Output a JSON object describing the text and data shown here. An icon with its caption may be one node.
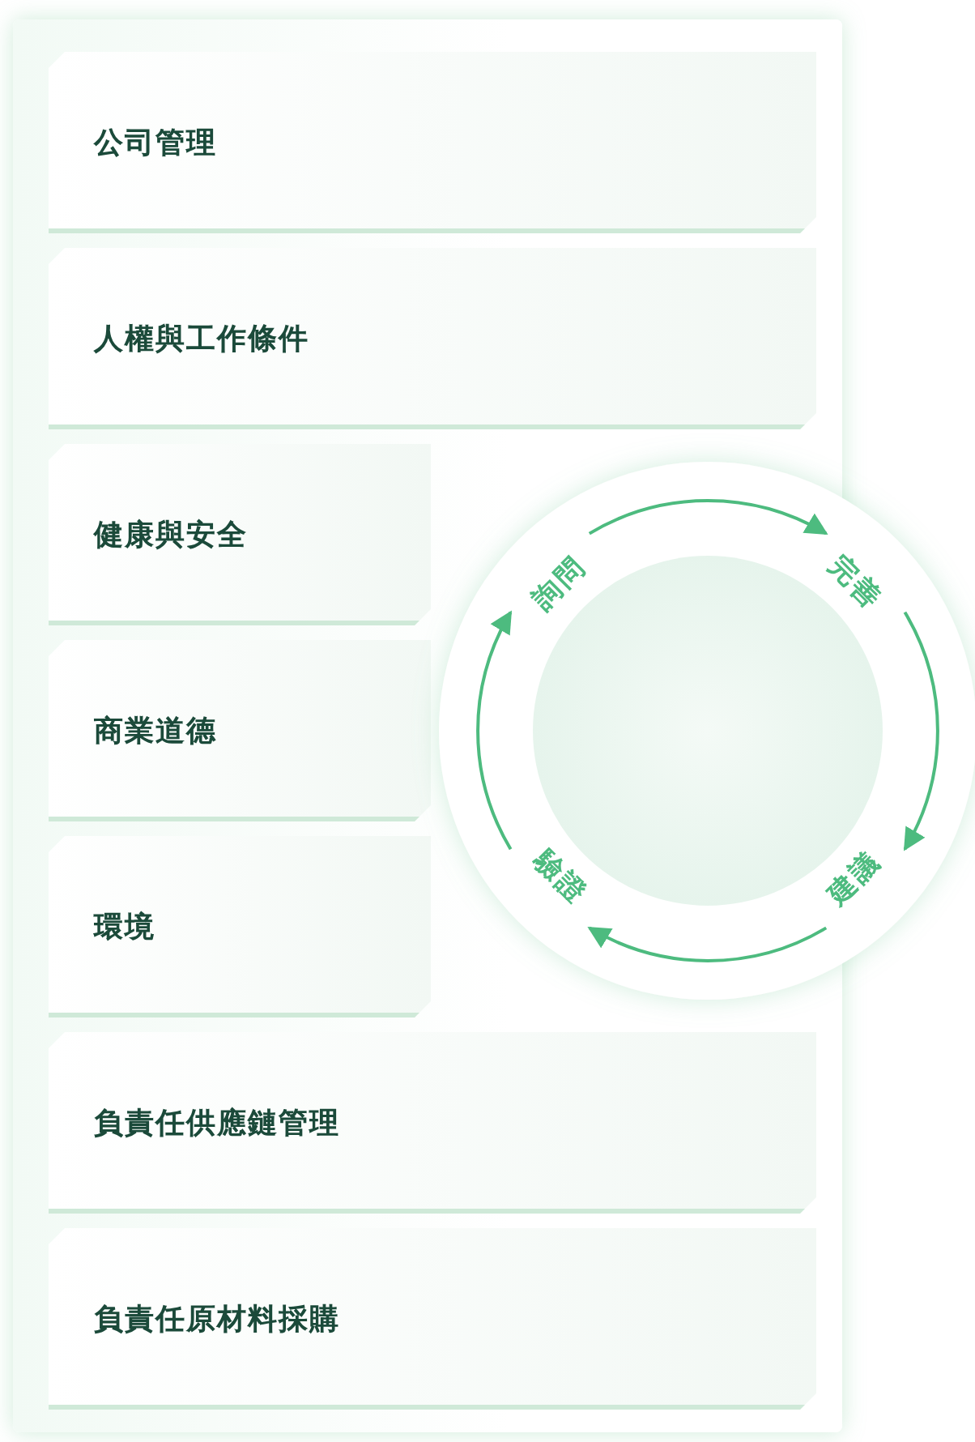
{
  "diagram": {
    "nodes": [
      {
        "text": [
          "公司管理"
        ]
      },
      {
        "text": [
          "人權與工作條件"
        ]
      },
      {
        "text": [
          "健康與安全"
        ]
      },
      {
        "text": [
          "商業道德"
        ]
      },
      {
        "text": [
          "環境"
        ]
      },
      {
        "text": [
          "負責任供應鏈管理"
        ]
      },
      {
        "text": [
          "負責任原材料採購"
        ]
      },
      {
        "text": [
          "詢問"
        ]
      },
      {
        "text": [
          "完善"
        ]
      },
      {
        "text": [
          "建議"
        ]
      },
      {
        "text": [
          "驗證"
        ]
      }
    ],
    "edges": [
      {
        "from": 7,
        "to": 8,
        "arrow": "to"
      },
      {
        "from": 8,
        "to": 9,
        "arrow": "to"
      },
      {
        "from": 9,
        "to": 10,
        "arrow": "to"
      },
      {
        "from": 10,
        "to": 7,
        "arrow": "to"
      }
    ]
  }
}
